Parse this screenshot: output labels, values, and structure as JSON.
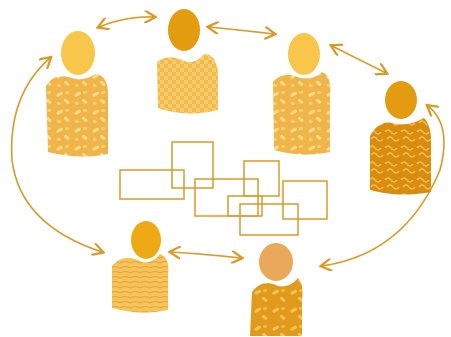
{
  "diagram": {
    "people": [
      {
        "id": "top-left",
        "body": "speckled"
      },
      {
        "id": "top-center",
        "body": "checkered"
      },
      {
        "id": "top-right",
        "body": "speckled"
      },
      {
        "id": "right",
        "body": "swirled"
      },
      {
        "id": "bottom-left",
        "body": "striped"
      },
      {
        "id": "bottom-center",
        "body": "speckled"
      }
    ],
    "connections": [
      {
        "from": "top-left",
        "to": "top-center",
        "style": "double-arrow"
      },
      {
        "from": "top-center",
        "to": "top-right",
        "style": "double-arrow"
      },
      {
        "from": "top-right",
        "to": "right",
        "style": "double-arrow"
      },
      {
        "from": "top-left",
        "to": "bottom-left",
        "style": "double-arrow-curved"
      },
      {
        "from": "bottom-left",
        "to": "bottom-center",
        "style": "double-arrow"
      },
      {
        "from": "bottom-center",
        "to": "right",
        "style": "double-arrow-curved"
      }
    ],
    "center_graphic": "overlapping-rectangles",
    "colors": {
      "stroke": "#d89a28",
      "head_light": "#f7c64a",
      "head_mid": "#eaa53a",
      "head_dark": "#e39b10",
      "body_light": "#f6c15a",
      "body_mid": "#e9a52f",
      "body_dark": "#d88c12",
      "speckle": "#fbdc86"
    }
  }
}
